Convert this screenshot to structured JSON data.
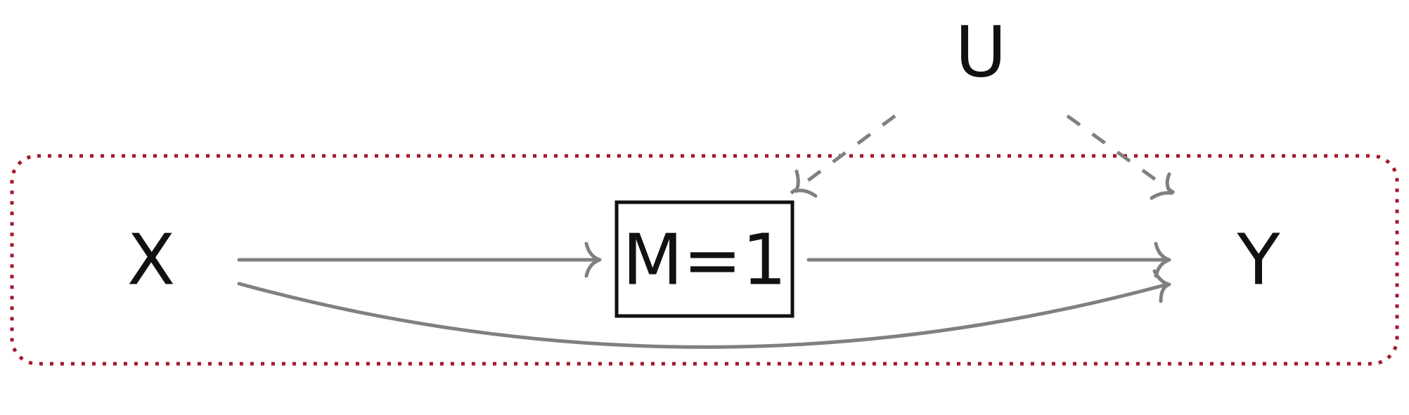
{
  "diagram": {
    "nodes": {
      "x": {
        "label": "X"
      },
      "m": {
        "label": "M=1",
        "conditioned": true
      },
      "y": {
        "label": "Y"
      },
      "u": {
        "label": "U",
        "latent": true
      }
    },
    "edges": [
      {
        "from": "X",
        "to": "M",
        "style": "solid"
      },
      {
        "from": "M",
        "to": "Y",
        "style": "solid"
      },
      {
        "from": "X",
        "to": "Y",
        "style": "solid",
        "shape": "curved"
      },
      {
        "from": "U",
        "to": "M",
        "style": "dashed"
      },
      {
        "from": "U",
        "to": "Y",
        "style": "dashed"
      }
    ],
    "colors": {
      "edge": "#808080",
      "frame": "#a3172d",
      "text": "#111111",
      "box_border": "#111111"
    }
  }
}
